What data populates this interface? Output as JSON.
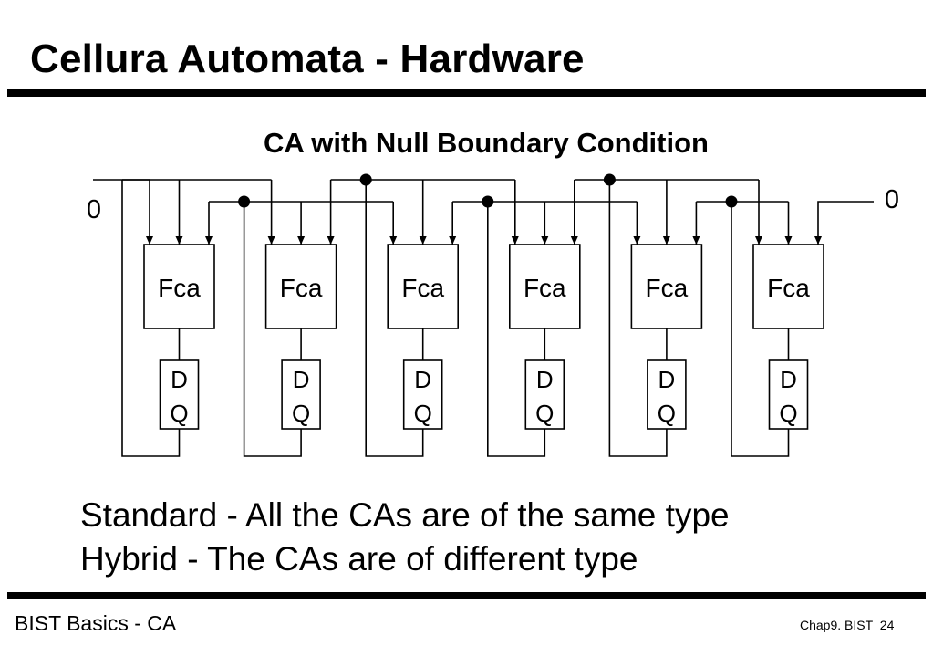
{
  "title": "Cellura Automata  - Hardware",
  "diagram": {
    "heading": "CA with Null Boundary Condition",
    "boundary_left": "0",
    "boundary_right": "0",
    "cell_label": "Fca",
    "ff_d_label": "D",
    "ff_q_label": "Q",
    "cell_count": 6
  },
  "bullets": [
    "Standard - All the CAs are of the same type",
    "Hybrid - The CAs are of different type"
  ],
  "footer": {
    "left": "BIST Basics - CA",
    "chapter": "Chap9. BIST",
    "page": "24"
  }
}
